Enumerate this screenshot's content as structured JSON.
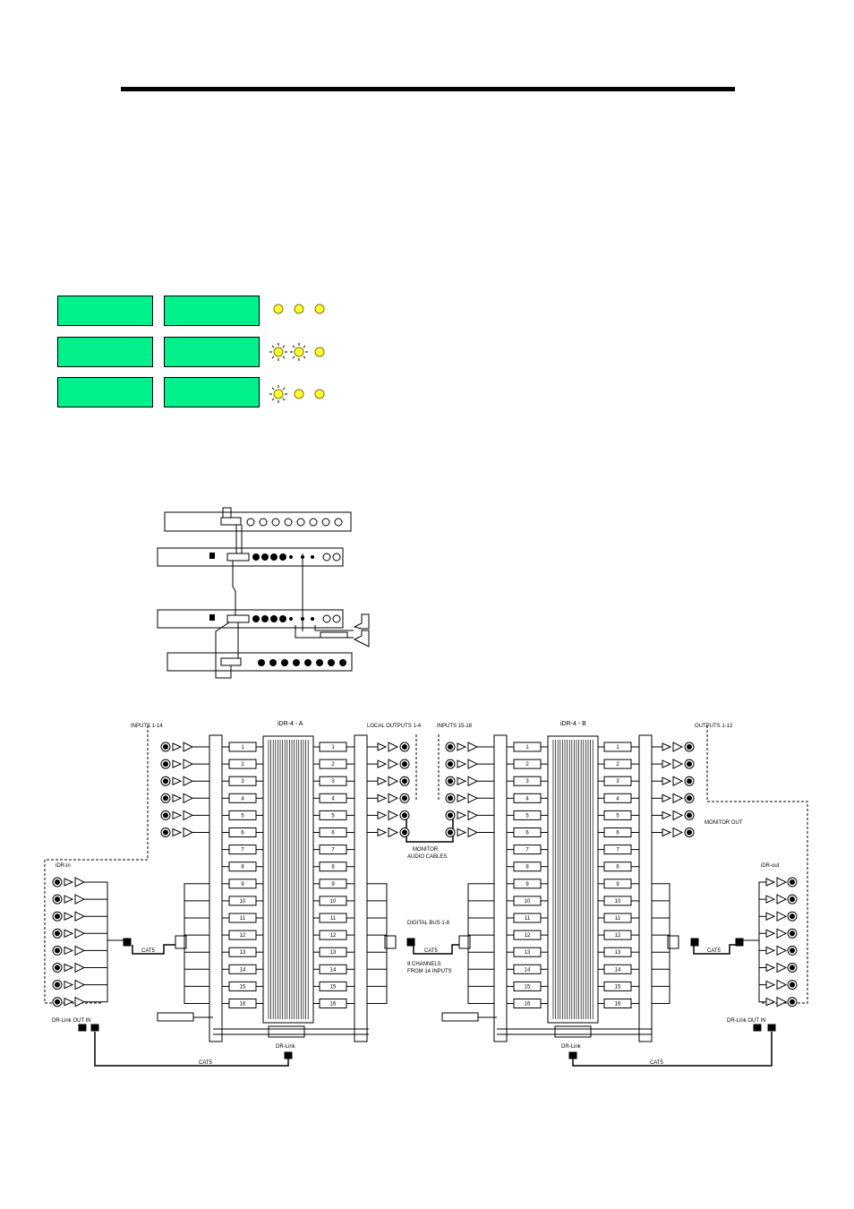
{
  "colors": {
    "lcd": "#00f08c",
    "led": "#ffff33",
    "rule": "#000000"
  },
  "status_panel": {
    "rows": [
      {
        "leds": [
          "on",
          "on",
          "on"
        ],
        "blinking": [
          false,
          false,
          false
        ]
      },
      {
        "leds": [
          "on",
          "on",
          "on"
        ],
        "blinking": [
          true,
          true,
          false
        ]
      },
      {
        "leds": [
          "on",
          "on",
          "on"
        ],
        "blinking": [
          true,
          false,
          false
        ]
      }
    ]
  },
  "routing_diagram": {
    "unit_a": {
      "title": "iDR-4 - A",
      "inputs_label": "INPUTS 1-14",
      "outputs_label": "LOCAL OUTPUTS 1-4",
      "channels": [
        "1",
        "2",
        "3",
        "4",
        "5",
        "6",
        "7",
        "8",
        "9",
        "10",
        "11",
        "12",
        "13",
        "14",
        "15",
        "16"
      ],
      "expander_in": "iDR-in",
      "dr_link": "DR-Link",
      "dr_link_ports": "DR-Link  OUT  IN",
      "cat5": "CAT5"
    },
    "unit_b": {
      "title": "iDR-4 - B",
      "inputs_label": "INPUTS 15-18",
      "outputs_label": "OUTPUTS 1-12",
      "channels": [
        "1",
        "2",
        "3",
        "4",
        "5",
        "6",
        "7",
        "8",
        "9",
        "10",
        "11",
        "12",
        "13",
        "14",
        "15",
        "16"
      ],
      "expander_out": "iDR-out",
      "dr_link": "DR-Link",
      "dr_link_ports": "DR-Link  OUT  IN",
      "cat5": "CAT5"
    },
    "annotations": {
      "monitor_cables_1": "MONITOR",
      "monitor_cables_2": "AUDIO CABLES",
      "digital_bus": "DIGITAL BUS 1-8",
      "eight_ch_1": "8 CHANNELS",
      "eight_ch_2": "FROM 14 INPUTS",
      "monitor_out": "MONITOR OUT",
      "cat5_link": "CAT5"
    }
  }
}
